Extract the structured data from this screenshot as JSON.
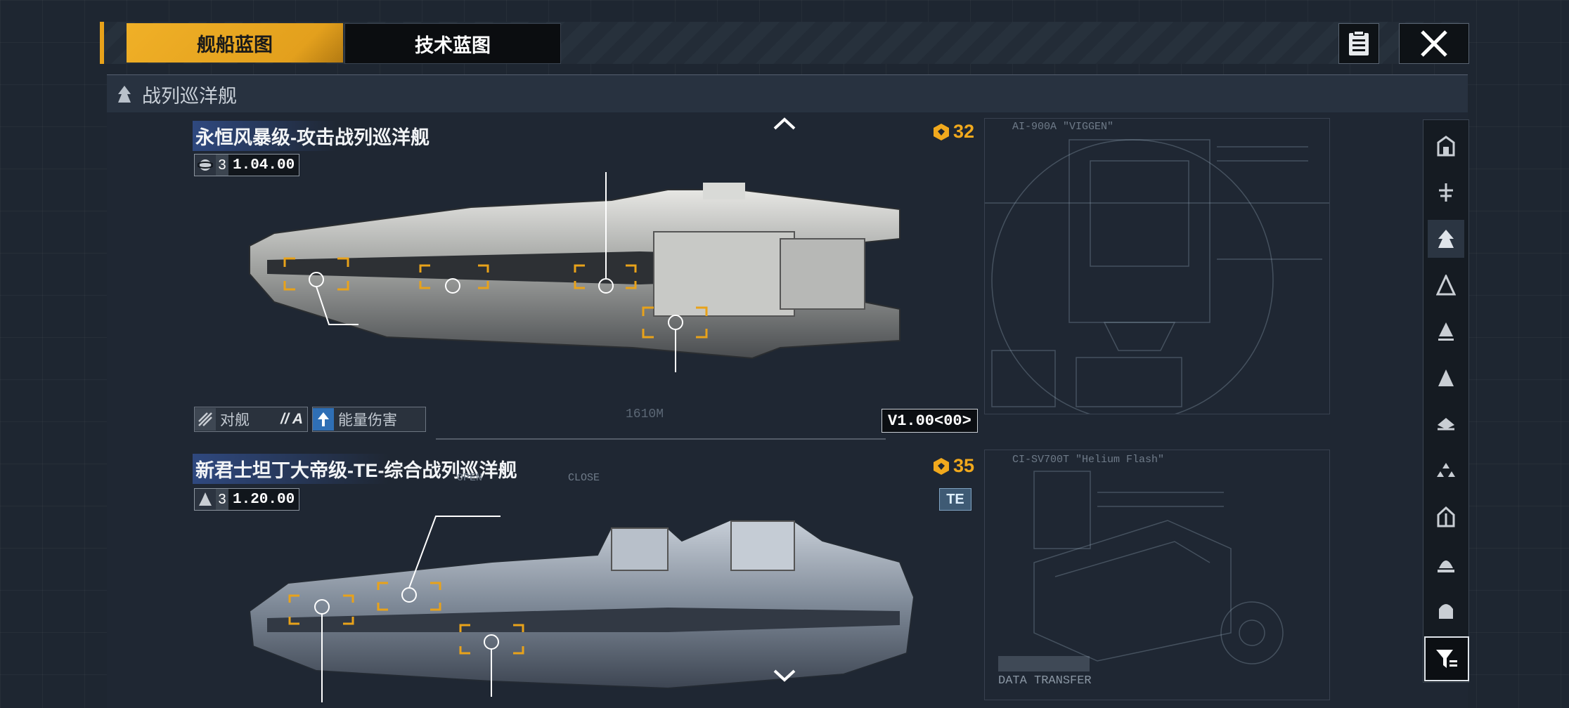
{
  "tabs": {
    "ship_blueprint": "舰船蓝图",
    "tech_blueprint": "技术蓝图"
  },
  "header": {
    "notes_icon": "document-list-icon",
    "close_icon": "close-x-icon"
  },
  "category": {
    "icon": "battlecruiser-class-icon",
    "label": "战列巡洋舰"
  },
  "ships": [
    {
      "name": "永恒风暴级-攻击战列巡洋舰",
      "id_icon": "planet-ring-icon",
      "id_number": "3",
      "id_version": "1.04.00",
      "cost_icon": "command-point-icon",
      "cost": "32",
      "tags": [
        {
          "icon": "anti-ship-icon",
          "label": "对舰",
          "suffix": "// A"
        },
        {
          "icon": "energy-damage-icon",
          "label": "能量伤害"
        }
      ],
      "ruler_label": "1610M",
      "version_box": "V1.00<00>",
      "blueprint_caption": "AI-900A \"VIGGEN\""
    },
    {
      "name": "新君士坦丁大帝级-TE-综合战列巡洋舰",
      "id_icon": "ship-silhouette-icon",
      "id_number": "3",
      "id_version": "1.20.00",
      "cost_icon": "command-point-icon",
      "cost": "35",
      "badge": "TE",
      "blueprint_caption": "CI-SV700T \"Helium Flash\"",
      "data_label": "DATA TRANSFER",
      "hud_labels": [
        "OPEN",
        "CLOSE"
      ]
    }
  ],
  "sidebar": {
    "items": [
      "carrier-class-icon",
      "destroyer-class-icon",
      "battlecruiser-class-icon",
      "frigate-class-icon",
      "cruiser-class-icon",
      "corvette-class-icon",
      "auxiliary-class-icon",
      "fighter-class-icon",
      "capital-class-icon",
      "support-class-icon",
      "escort-class-icon"
    ],
    "filter_icon": "filter-icon",
    "selected_index": 2
  },
  "nav": {
    "up_icon": "chevron-up-icon",
    "down_icon": "chevron-down-icon"
  },
  "colors": {
    "accent": "#e8a21a",
    "background": "#1e2631",
    "title_highlight": "#3c64be",
    "te_badge": "#3e5a74"
  }
}
